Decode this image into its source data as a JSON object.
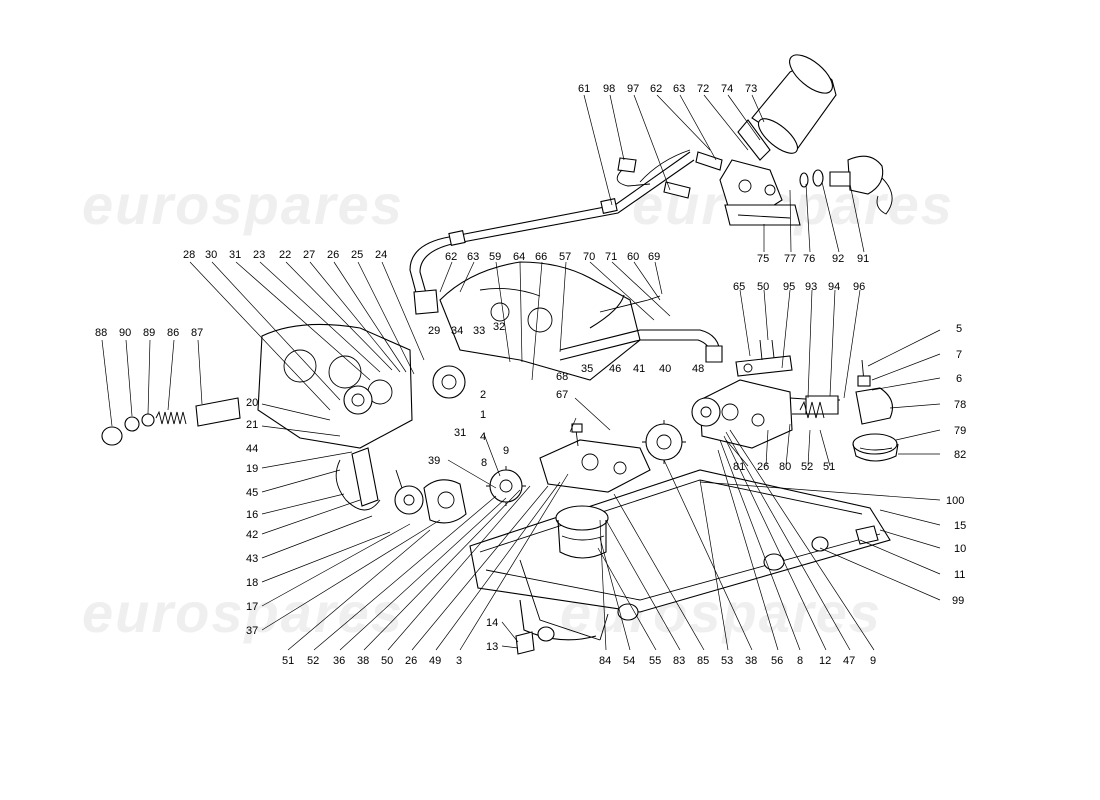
{
  "watermark": "eurospares",
  "colors": {
    "ink": "#000000",
    "background": "#ffffff",
    "watermark": "#e1e1e1"
  },
  "callouts": [
    {
      "id": "c61",
      "text": "61"
    },
    {
      "id": "c98",
      "text": "98"
    },
    {
      "id": "c97",
      "text": "97"
    },
    {
      "id": "c62a",
      "text": "62"
    },
    {
      "id": "c63a",
      "text": "63"
    },
    {
      "id": "c72",
      "text": "72"
    },
    {
      "id": "c74",
      "text": "74"
    },
    {
      "id": "c73",
      "text": "73"
    },
    {
      "id": "c75",
      "text": "75"
    },
    {
      "id": "c77",
      "text": "77"
    },
    {
      "id": "c76",
      "text": "76"
    },
    {
      "id": "c92",
      "text": "92"
    },
    {
      "id": "c91",
      "text": "91"
    },
    {
      "id": "c62b",
      "text": "62"
    },
    {
      "id": "c63b",
      "text": "63"
    },
    {
      "id": "c59",
      "text": "59"
    },
    {
      "id": "c64",
      "text": "64"
    },
    {
      "id": "c66",
      "text": "66"
    },
    {
      "id": "c57",
      "text": "57"
    },
    {
      "id": "c70",
      "text": "70"
    },
    {
      "id": "c71",
      "text": "71"
    },
    {
      "id": "c60",
      "text": "60"
    },
    {
      "id": "c69",
      "text": "69"
    },
    {
      "id": "c65",
      "text": "65"
    },
    {
      "id": "c50a",
      "text": "50"
    },
    {
      "id": "c95",
      "text": "95"
    },
    {
      "id": "c93",
      "text": "93"
    },
    {
      "id": "c94",
      "text": "94"
    },
    {
      "id": "c96",
      "text": "96"
    },
    {
      "id": "c28",
      "text": "28"
    },
    {
      "id": "c30",
      "text": "30"
    },
    {
      "id": "c31a",
      "text": "31"
    },
    {
      "id": "c23",
      "text": "23"
    },
    {
      "id": "c22",
      "text": "22"
    },
    {
      "id": "c27",
      "text": "27"
    },
    {
      "id": "c26a",
      "text": "26"
    },
    {
      "id": "c25",
      "text": "25"
    },
    {
      "id": "c24",
      "text": "24"
    },
    {
      "id": "c29",
      "text": "29"
    },
    {
      "id": "c34",
      "text": "34"
    },
    {
      "id": "c33",
      "text": "33"
    },
    {
      "id": "c32",
      "text": "32"
    },
    {
      "id": "c88",
      "text": "88"
    },
    {
      "id": "c90",
      "text": "90"
    },
    {
      "id": "c89",
      "text": "89"
    },
    {
      "id": "c86",
      "text": "86"
    },
    {
      "id": "c87",
      "text": "87"
    },
    {
      "id": "c68",
      "text": "68"
    },
    {
      "id": "c67",
      "text": "67"
    },
    {
      "id": "c35",
      "text": "35"
    },
    {
      "id": "c46",
      "text": "46"
    },
    {
      "id": "c41",
      "text": "41"
    },
    {
      "id": "c40",
      "text": "40"
    },
    {
      "id": "c48",
      "text": "48"
    },
    {
      "id": "c5",
      "text": "5"
    },
    {
      "id": "c7",
      "text": "7"
    },
    {
      "id": "c6",
      "text": "6"
    },
    {
      "id": "c78",
      "text": "78"
    },
    {
      "id": "c79",
      "text": "79"
    },
    {
      "id": "c82",
      "text": "82"
    },
    {
      "id": "c2",
      "text": "2"
    },
    {
      "id": "c1",
      "text": "1"
    },
    {
      "id": "c4",
      "text": "4"
    },
    {
      "id": "c9a",
      "text": "9"
    },
    {
      "id": "c8a",
      "text": "8"
    },
    {
      "id": "c31b",
      "text": "31"
    },
    {
      "id": "c39",
      "text": "39"
    },
    {
      "id": "c20",
      "text": "20"
    },
    {
      "id": "c21",
      "text": "21"
    },
    {
      "id": "c44",
      "text": "44"
    },
    {
      "id": "c19",
      "text": "19"
    },
    {
      "id": "c45",
      "text": "45"
    },
    {
      "id": "c16",
      "text": "16"
    },
    {
      "id": "c42",
      "text": "42"
    },
    {
      "id": "c43",
      "text": "43"
    },
    {
      "id": "c18",
      "text": "18"
    },
    {
      "id": "c17",
      "text": "17"
    },
    {
      "id": "c37",
      "text": "37"
    },
    {
      "id": "c81",
      "text": "81"
    },
    {
      "id": "c26b",
      "text": "26"
    },
    {
      "id": "c80",
      "text": "80"
    },
    {
      "id": "c52a",
      "text": "52"
    },
    {
      "id": "c51a",
      "text": "51"
    },
    {
      "id": "c100",
      "text": "100"
    },
    {
      "id": "c15",
      "text": "15"
    },
    {
      "id": "c10",
      "text": "10"
    },
    {
      "id": "c11",
      "text": "11"
    },
    {
      "id": "c99",
      "text": "99"
    },
    {
      "id": "c14",
      "text": "14"
    },
    {
      "id": "c13",
      "text": "13"
    },
    {
      "id": "c51b",
      "text": "51"
    },
    {
      "id": "c52b",
      "text": "52"
    },
    {
      "id": "c36",
      "text": "36"
    },
    {
      "id": "c38a",
      "text": "38"
    },
    {
      "id": "c50b",
      "text": "50"
    },
    {
      "id": "c26c",
      "text": "26"
    },
    {
      "id": "c49",
      "text": "49"
    },
    {
      "id": "c3",
      "text": "3"
    },
    {
      "id": "c84",
      "text": "84"
    },
    {
      "id": "c54",
      "text": "54"
    },
    {
      "id": "c55",
      "text": "55"
    },
    {
      "id": "c83",
      "text": "83"
    },
    {
      "id": "c85",
      "text": "85"
    },
    {
      "id": "c53",
      "text": "53"
    },
    {
      "id": "c38b",
      "text": "38"
    },
    {
      "id": "c56",
      "text": "56"
    },
    {
      "id": "c8b",
      "text": "8"
    },
    {
      "id": "c12",
      "text": "12"
    },
    {
      "id": "c47",
      "text": "47"
    },
    {
      "id": "c9b",
      "text": "9"
    }
  ]
}
